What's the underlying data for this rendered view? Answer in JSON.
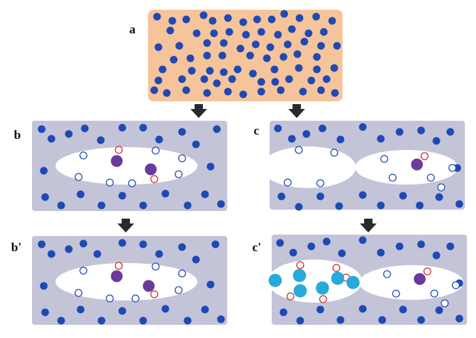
{
  "labels": {
    "a": "a",
    "b": "b",
    "c": "c",
    "b_prime": "b'",
    "c_prime": "c'"
  },
  "colors": {
    "background": "#ffffff",
    "bulk": "#f6c49a",
    "matrix": "#c3c4d7",
    "pore": "#ffffff",
    "atom": "#1f49b5",
    "vacancy_outline": "#1f49b5",
    "interstitial_outline": "#d02828",
    "large_atom": "#6a3a9c",
    "cluster": "#27a9d9",
    "arrow": "#2a2a2a"
  },
  "icons": {
    "arrow": "down-arrow-icon",
    "atom": "filled-circle",
    "vacancy": "open-circle",
    "interstitial": "red-open-circle",
    "large_atom": "purple-filled-circle",
    "cluster": "cyan-filled-circle"
  }
}
